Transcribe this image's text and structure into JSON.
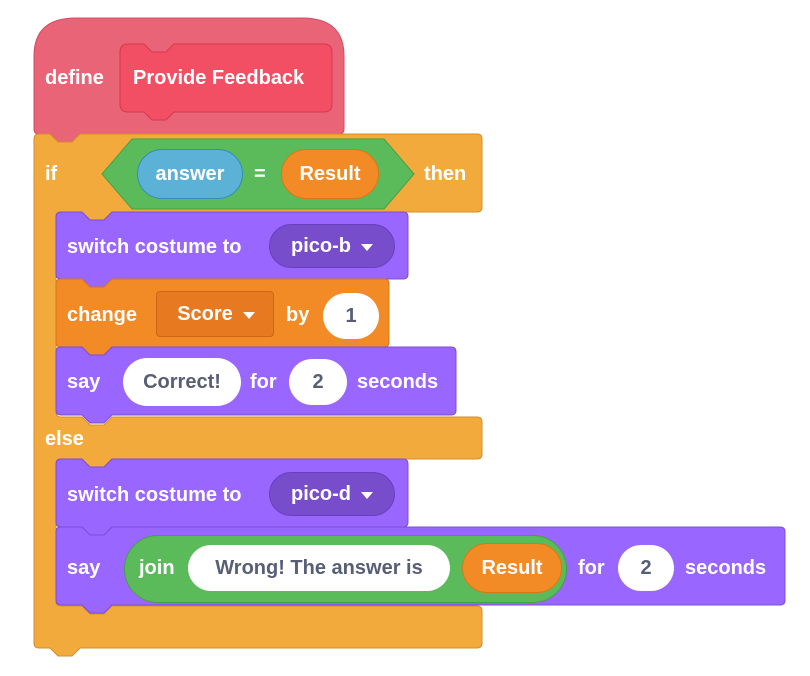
{
  "script": {
    "define": {
      "keyword": "define",
      "custom_block_name": "Provide Feedback"
    },
    "if_else": {
      "if_label": "if",
      "then_label": "then",
      "else_label": "else",
      "condition": {
        "left": "answer",
        "operator": "=",
        "right": "Result"
      }
    },
    "then_branch": {
      "switch_costume": {
        "label": "switch costume to",
        "value": "pico-b"
      },
      "change_variable": {
        "label": "change",
        "variable": "Score",
        "by_label": "by",
        "value": "1"
      },
      "say_for": {
        "say_label": "say",
        "message": "Correct!",
        "for_label": "for",
        "seconds_value": "2",
        "seconds_label": "seconds"
      }
    },
    "else_branch": {
      "switch_costume": {
        "label": "switch costume to",
        "value": "pico-d"
      },
      "say_for": {
        "say_label": "say",
        "join_label": "join",
        "join_text": "Wrong! The answer is",
        "join_reporter": "Result",
        "for_label": "for",
        "seconds_value": "2",
        "seconds_label": "seconds"
      }
    }
  },
  "colors": {
    "define_block": "#ea6478",
    "define_prototype": "#f24f65",
    "control_block": "#f3aa3c",
    "looks_block": "#9966ff",
    "variables_block": "#f28a25",
    "operators_block": "#5bbb5b",
    "sensing_reporter": "#5cb1d6"
  }
}
